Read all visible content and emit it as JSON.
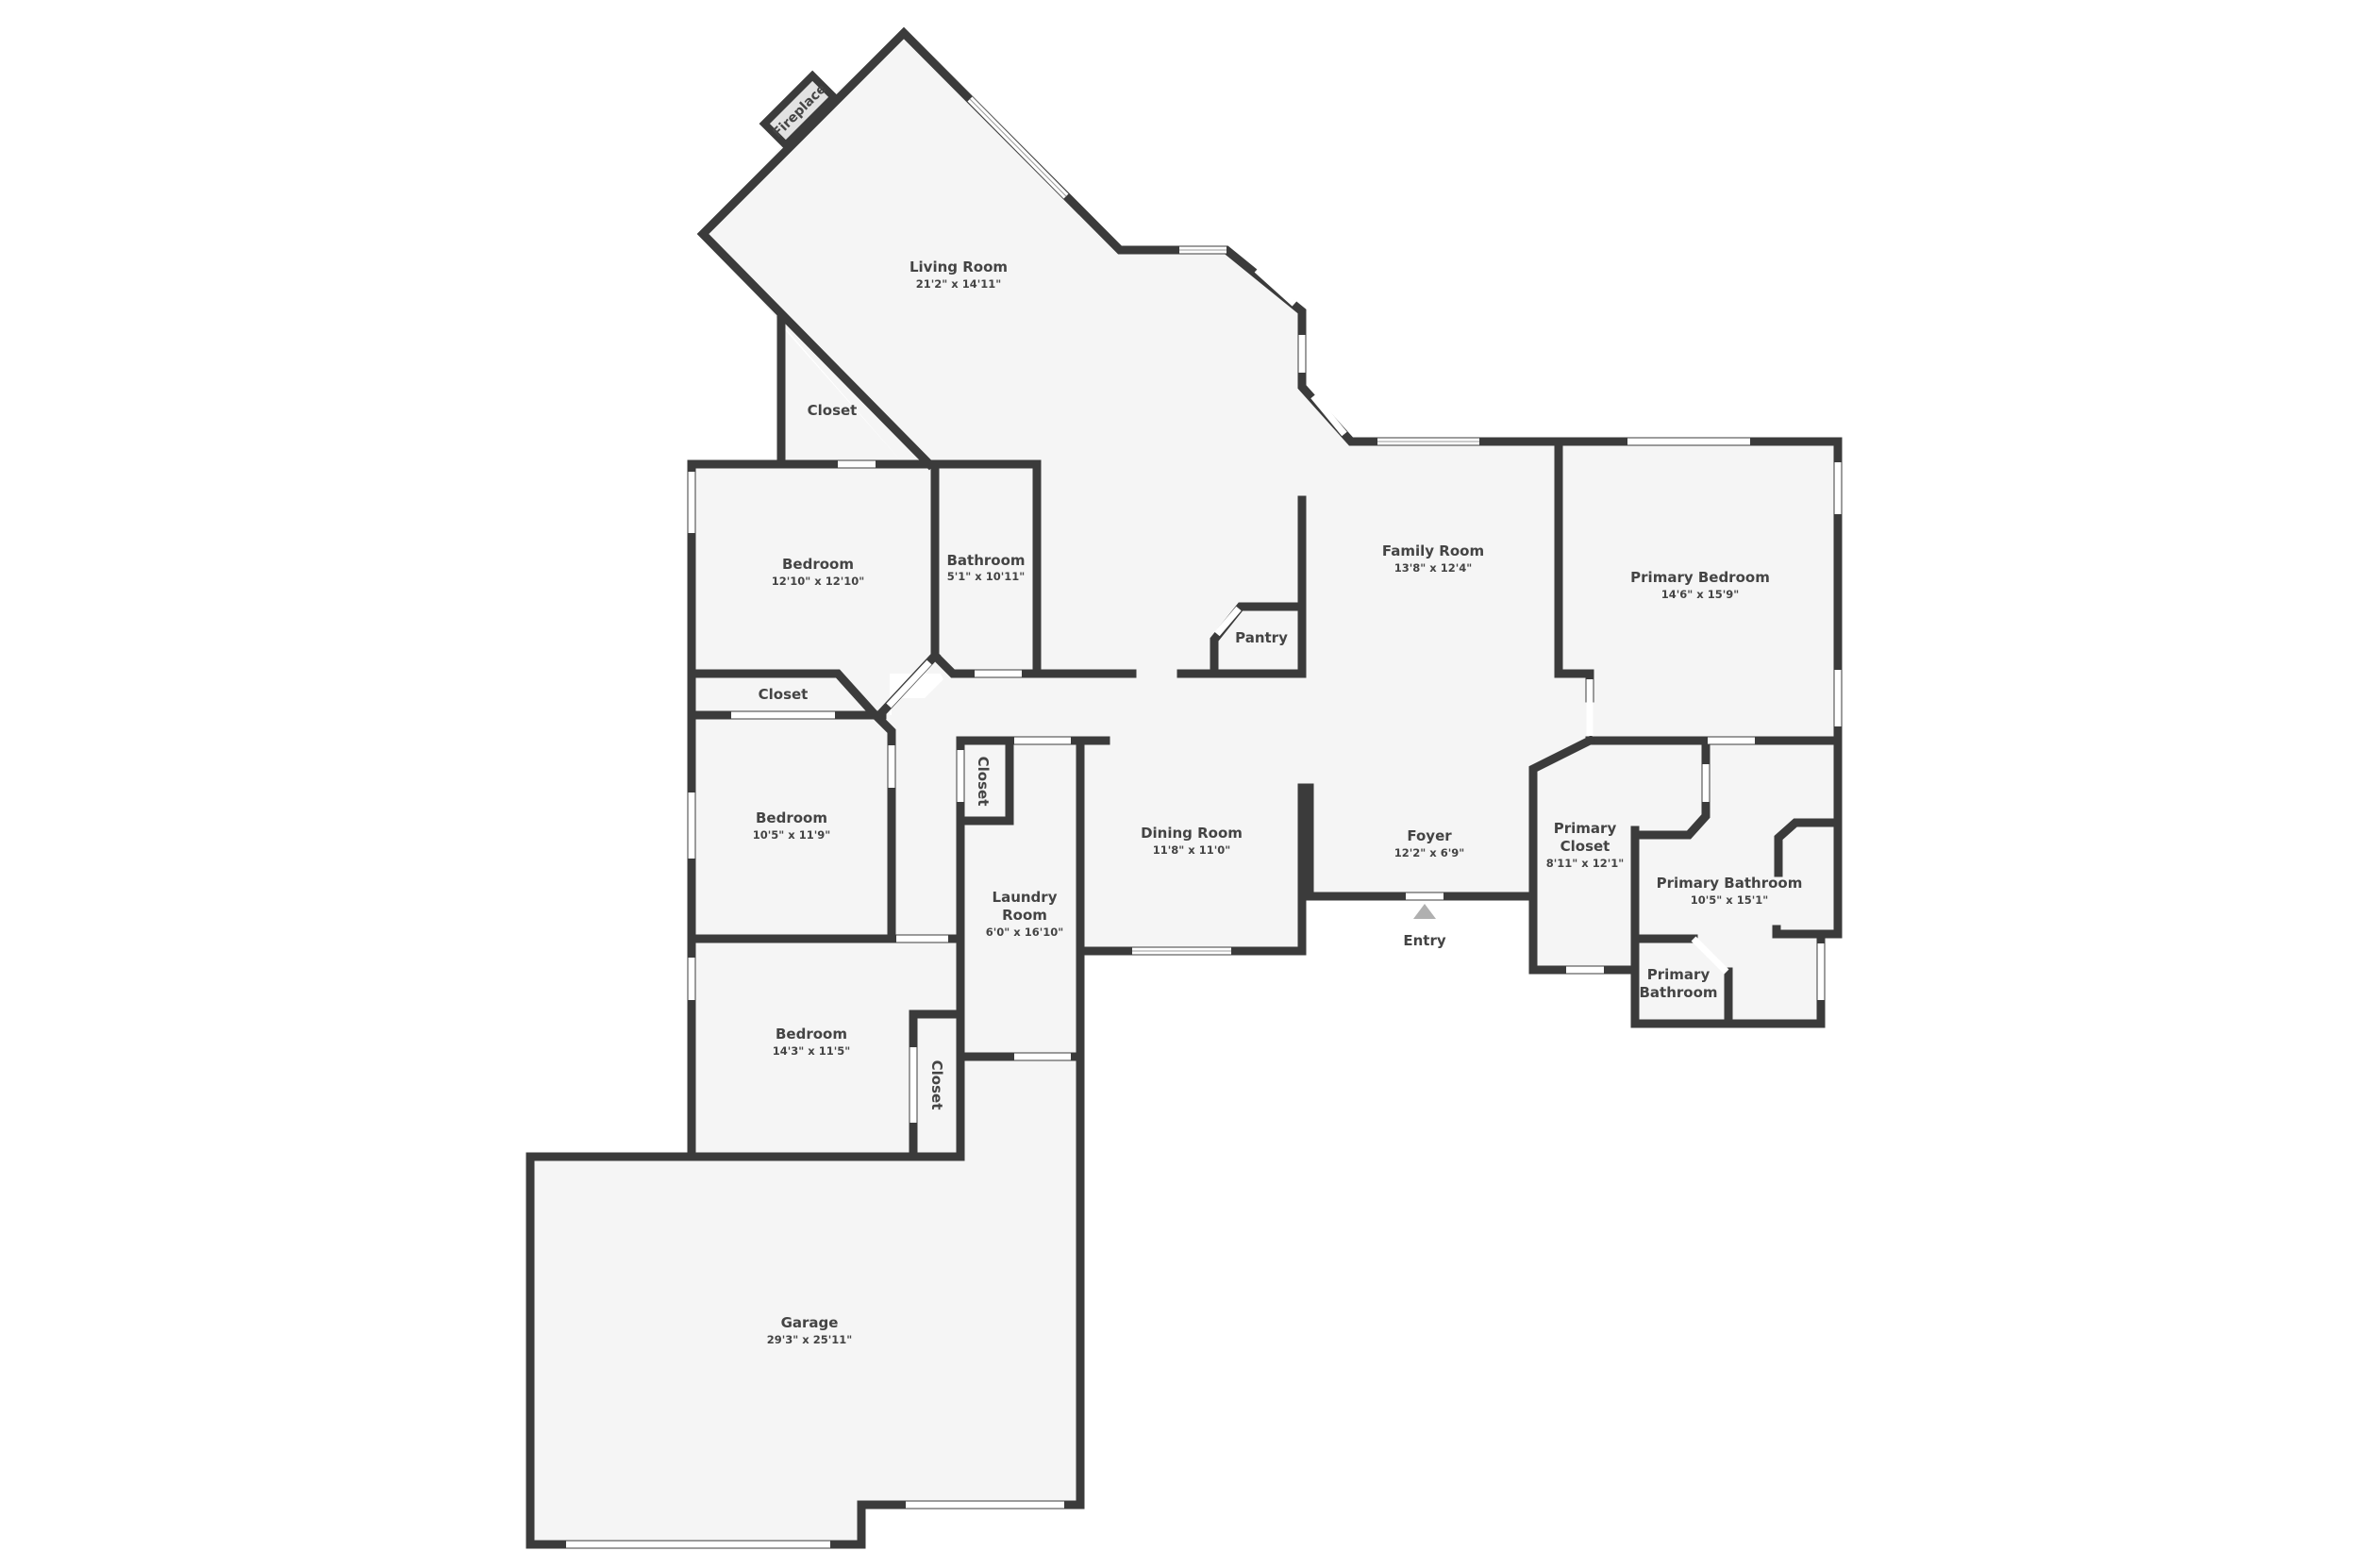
{
  "plan": {
    "wall_color": "#3b3b3b",
    "floor_color": "#f5f5f5",
    "label_color": "#444444",
    "entry_arrow_color": "#b0b0b0"
  },
  "rooms": {
    "living_room": {
      "name": "Living Room",
      "dims": "21'2\" x 14'11\""
    },
    "closet_living": {
      "name": "Closet"
    },
    "fireplace": {
      "name": "Fireplace"
    },
    "bedroom_1": {
      "name": "Bedroom",
      "dims": "12'10\" x 12'10\""
    },
    "bathroom": {
      "name": "Bathroom",
      "dims": "5'1\" x 10'11\""
    },
    "closet_bed1": {
      "name": "Closet"
    },
    "bedroom_2": {
      "name": "Bedroom",
      "dims": "10'5\" x 11'9\""
    },
    "closet_laundry": {
      "name": "Closet"
    },
    "laundry_room": {
      "name_line1": "Laundry",
      "name_line2": "Room",
      "dims": "6'0\" x 16'10\""
    },
    "bedroom_3": {
      "name": "Bedroom",
      "dims": "14'3\" x 11'5\""
    },
    "closet_bed3": {
      "name": "Closet"
    },
    "garage": {
      "name": "Garage",
      "dims": "29'3\" x 25'11\""
    },
    "pantry": {
      "name": "Pantry"
    },
    "family_room": {
      "name": "Family Room",
      "dims": "13'8\" x 12'4\""
    },
    "dining_room": {
      "name": "Dining Room",
      "dims": "11'8\" x 11'0\""
    },
    "foyer": {
      "name": "Foyer",
      "dims": "12'2\" x 6'9\""
    },
    "primary_bedroom": {
      "name": "Primary Bedroom",
      "dims": "14'6\" x 15'9\""
    },
    "primary_closet": {
      "name_line1": "Primary",
      "name_line2": "Closet",
      "dims": "8'11\" x 12'1\""
    },
    "primary_bathroom": {
      "name": "Primary Bathroom",
      "dims": "10'5\" x 15'1\""
    },
    "primary_wc": {
      "name_line1": "Primary",
      "name_line2": "Bathroom"
    }
  },
  "entry": {
    "label": "Entry",
    "icon": "entry-arrow-icon"
  }
}
